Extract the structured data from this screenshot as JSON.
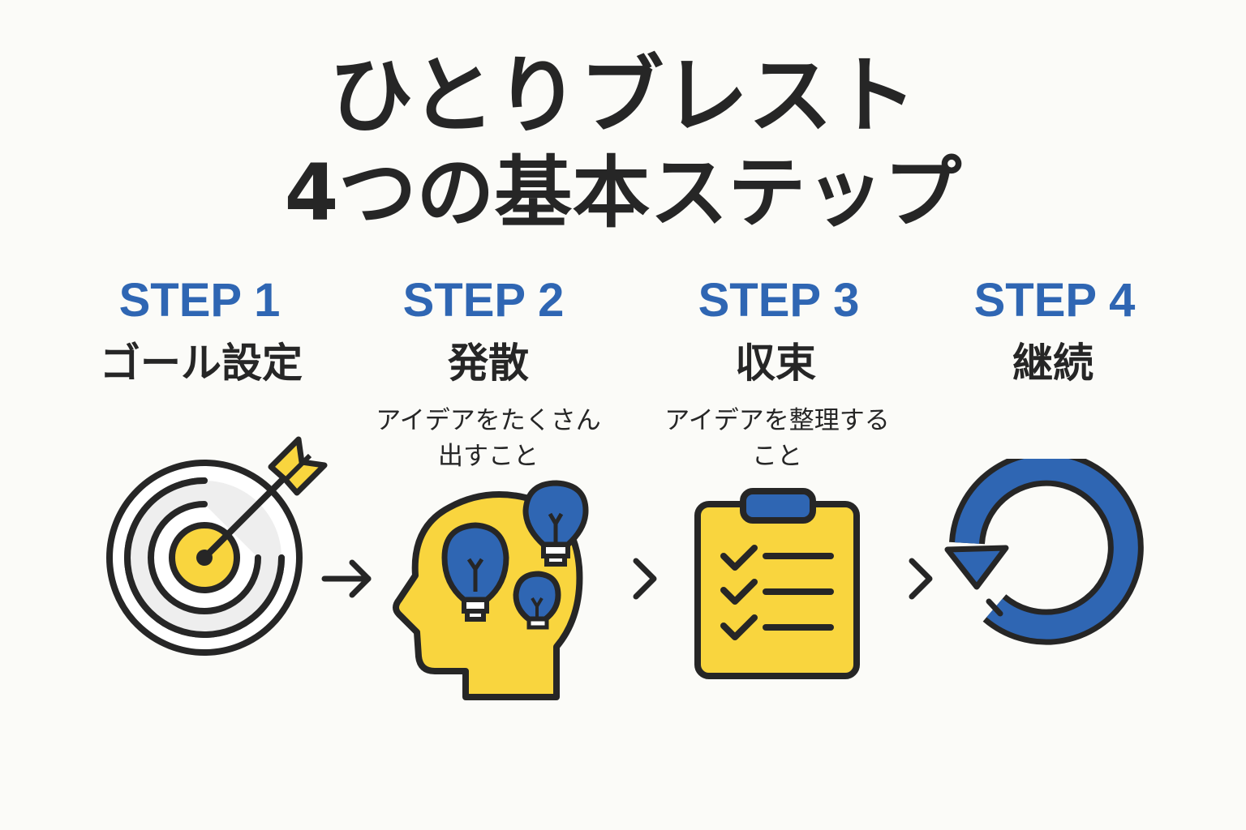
{
  "title": {
    "line1": "ひとりブレスト",
    "line2": "4つの基本ステップ"
  },
  "steps": [
    {
      "label": "STEP 1",
      "name": "ゴール設定",
      "icon": "target-icon"
    },
    {
      "label": "STEP 2",
      "name": "発散",
      "description_lines": [
        "アイデアをたくさん",
        "出すこと"
      ],
      "icon": "head-lightbulbs-icon"
    },
    {
      "label": "STEP 3",
      "name": "収束",
      "description_lines": [
        "アイデアを整理する",
        "こと"
      ],
      "icon": "clipboard-checklist-icon"
    },
    {
      "label": "STEP 4",
      "name": "継続",
      "icon": "cycle-arrow-icon"
    }
  ],
  "colors": {
    "accent_blue": "#2f66b3",
    "accent_yellow": "#f9d53e",
    "outline": "#262626",
    "background": "#fbfbf8"
  },
  "connectors": [
    "arrow-right-icon",
    "chevron-right-icon",
    "chevron-right-icon"
  ]
}
